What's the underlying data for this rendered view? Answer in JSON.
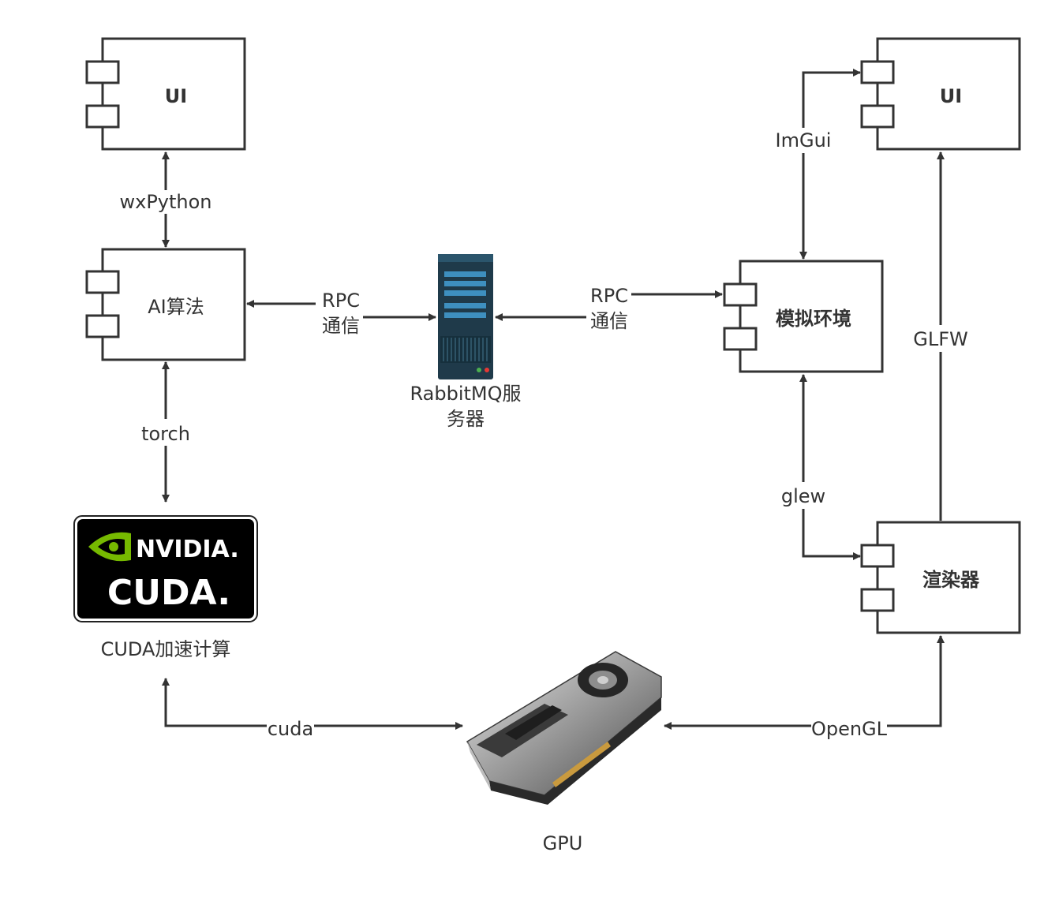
{
  "components": {
    "ui_left": "UI",
    "ai": "AI算法",
    "ui_right": "UI",
    "sim": "模拟环境",
    "renderer": "渲染器"
  },
  "connections": {
    "wxpython": "wxPython",
    "torch": "torch",
    "rpc_left_1": "RPC",
    "rpc_left_2": "通信",
    "rpc_right_1": "RPC",
    "rpc_right_2": "通信",
    "imgui": "ImGui",
    "glfw": "GLFW",
    "glew": "glew",
    "cuda": "cuda",
    "opengl": "OpenGL"
  },
  "nodes": {
    "server_1": "RabbitMQ服",
    "server_2": "务器",
    "cuda_caption": "CUDA加速计算",
    "gpu": "GPU"
  },
  "logo": {
    "brand": "NVIDIA.",
    "product": "CUDA."
  },
  "colors": {
    "line": "#333333",
    "nvidia_green": "#76b900",
    "server_dark": "#1f3a4a",
    "server_light": "#3e8fbf"
  }
}
